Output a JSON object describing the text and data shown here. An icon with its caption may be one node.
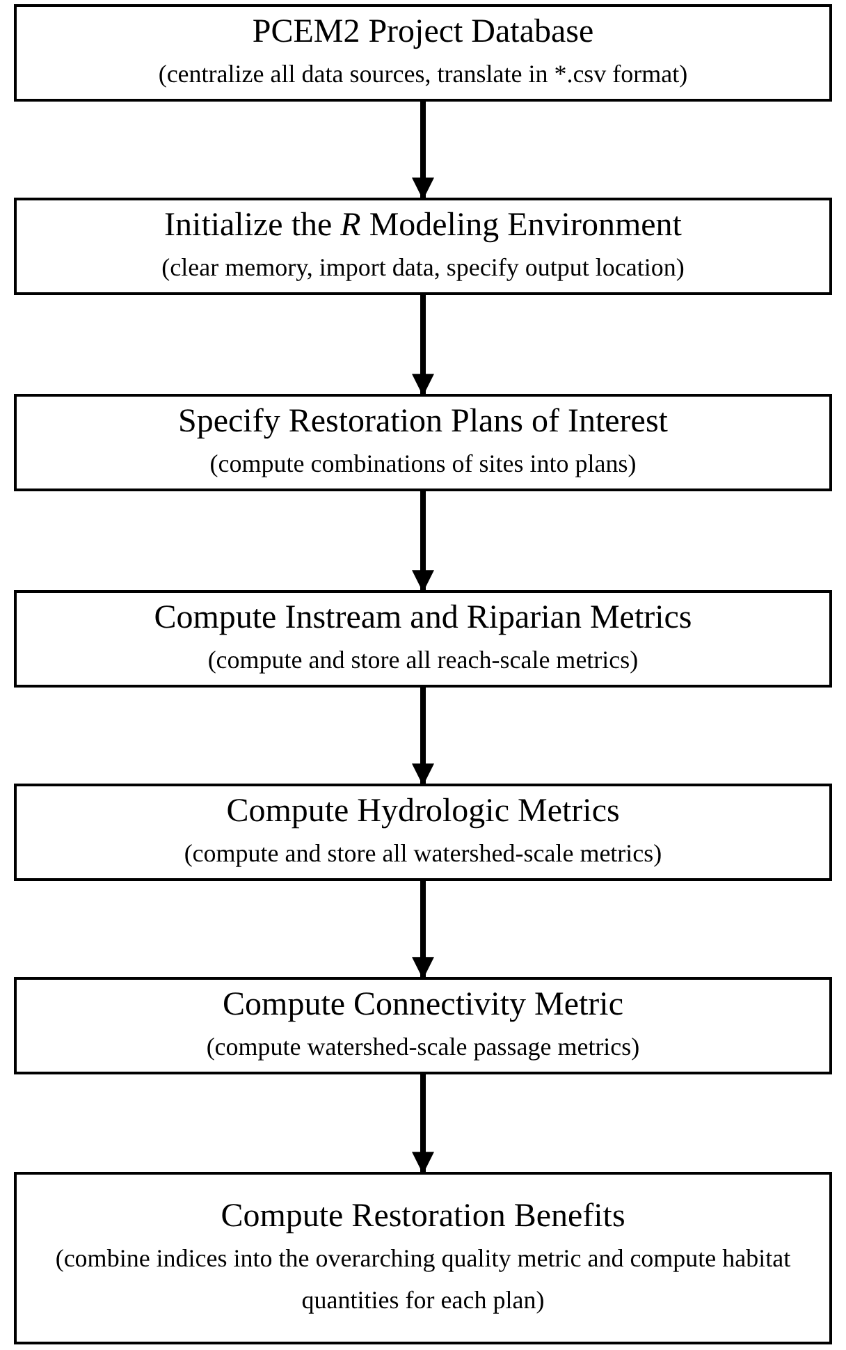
{
  "diagram": {
    "nodes": [
      {
        "text": [
          "PCEM2 Project Database",
          "(centralize all data sources, translate in *.csv format)"
        ]
      },
      {
        "text": [
          "Initialize the *R* Modeling Environment",
          "(clear memory, import data, specify output location)"
        ]
      },
      {
        "text": [
          "Specify Restoration Plans of Interest",
          "(compute combinations of sites into plans)"
        ]
      },
      {
        "text": [
          "Compute Instream and Riparian Metrics",
          "(compute and store all reach-scale metrics)"
        ]
      },
      {
        "text": [
          "Compute Hydrologic Metrics",
          "(compute and store all watershed-scale metrics)"
        ]
      },
      {
        "text": [
          "Compute Connectivity Metric",
          "(compute watershed-scale passage metrics)"
        ]
      },
      {
        "text": [
          "Compute Restoration Benefits",
          "(combine indices into the overarching quality metric and compute habitat quantities for each plan)"
        ]
      }
    ],
    "edges": [
      {
        "from": 0,
        "to": 1,
        "arrow": "to"
      },
      {
        "from": 1,
        "to": 2,
        "arrow": "to"
      },
      {
        "from": 2,
        "to": 3,
        "arrow": "to"
      },
      {
        "from": 3,
        "to": 4,
        "arrow": "to"
      },
      {
        "from": 4,
        "to": 5,
        "arrow": "to"
      },
      {
        "from": 5,
        "to": 6,
        "arrow": "to"
      }
    ]
  }
}
